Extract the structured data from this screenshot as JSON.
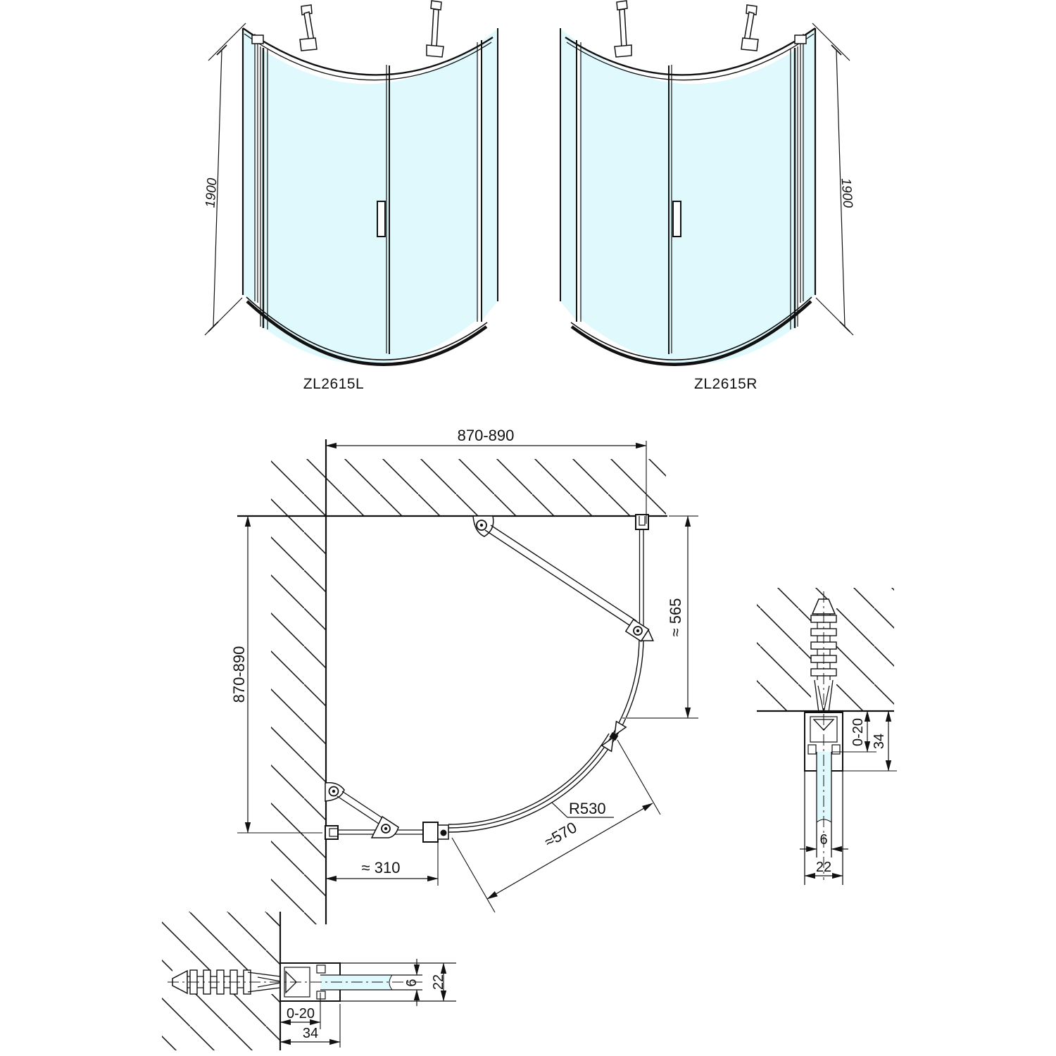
{
  "canvas": {
    "background": "#ffffff"
  },
  "colors": {
    "glass_fill": "#dff9fd",
    "line": "#111111",
    "grey_line": "#7d7d7d"
  },
  "views": {
    "elevation_left": {
      "label": "ZL2615L",
      "height_dim": "1900"
    },
    "elevation_right": {
      "label": "ZL2615R",
      "height_dim": "1900"
    },
    "plan": {
      "width_dim": "870-890",
      "depth_dim": "870-890",
      "fixed_glass_dim": "≈ 565",
      "radius_dim": "R530",
      "door_arc_dim": "≈570",
      "sill_dim": "≈ 310"
    },
    "detail_wall_profile_right": {
      "adjustment_dim": "0-20",
      "profile_depth_dim": "34",
      "glass_thickness_dim": "6",
      "profile_width_dim": "22"
    },
    "detail_wall_profile_bottom": {
      "adjustment_dim": "0-20",
      "profile_depth_dim": "34",
      "glass_thickness_dim": "6",
      "profile_width_dim": "22"
    }
  }
}
